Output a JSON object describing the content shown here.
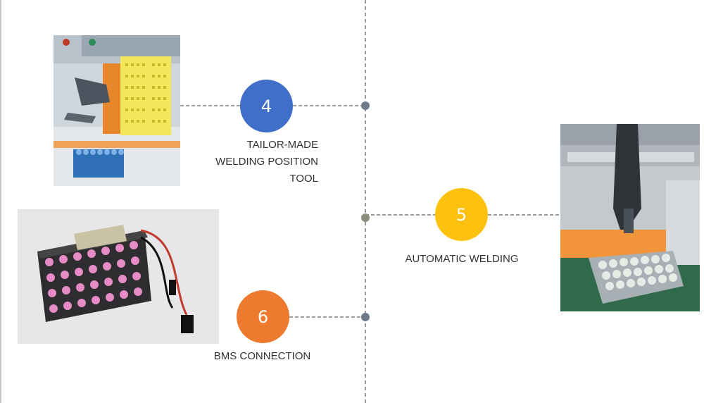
{
  "steps": [
    {
      "number": "4",
      "label": "TAILOR-MADE\nWELDING POSITION\nTOOL",
      "color": "#3f6fc9"
    },
    {
      "number": "5",
      "label": "AUTOMATIC WELDING",
      "color": "#fec110"
    },
    {
      "number": "6",
      "label": "BMS CONNECTION",
      "color": "#ee7a2f"
    }
  ],
  "images": [
    {
      "name": "welding-position-tool-photo"
    },
    {
      "name": "automatic-welding-machine-photo"
    },
    {
      "name": "bms-battery-pack-photo"
    }
  ]
}
